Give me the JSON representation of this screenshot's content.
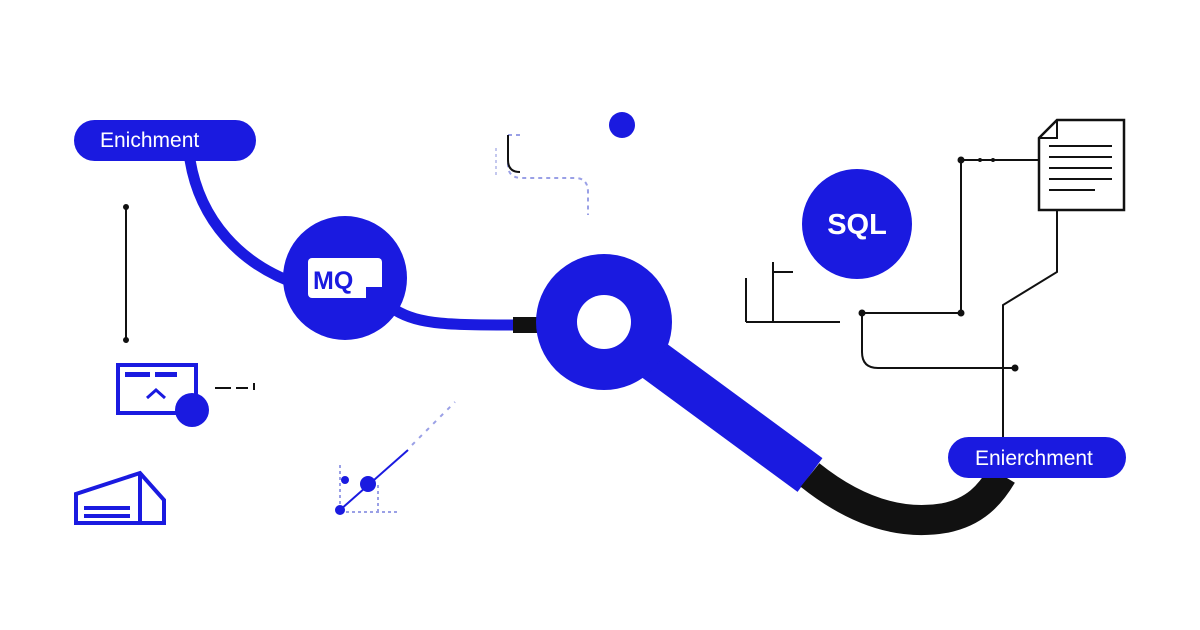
{
  "colors": {
    "accent": "#1a1ae0",
    "ink": "#111111",
    "faint": "#9aa0e6",
    "background": "#ffffff"
  },
  "labels": {
    "enrichment_left": "Enichment",
    "enrichment_right": "Enierchment",
    "mq": "MQ",
    "sql": "SQL"
  },
  "icons": {
    "document": "document-icon",
    "window": "window-icon",
    "chart": "line-chart-icon",
    "building": "building-icon"
  }
}
